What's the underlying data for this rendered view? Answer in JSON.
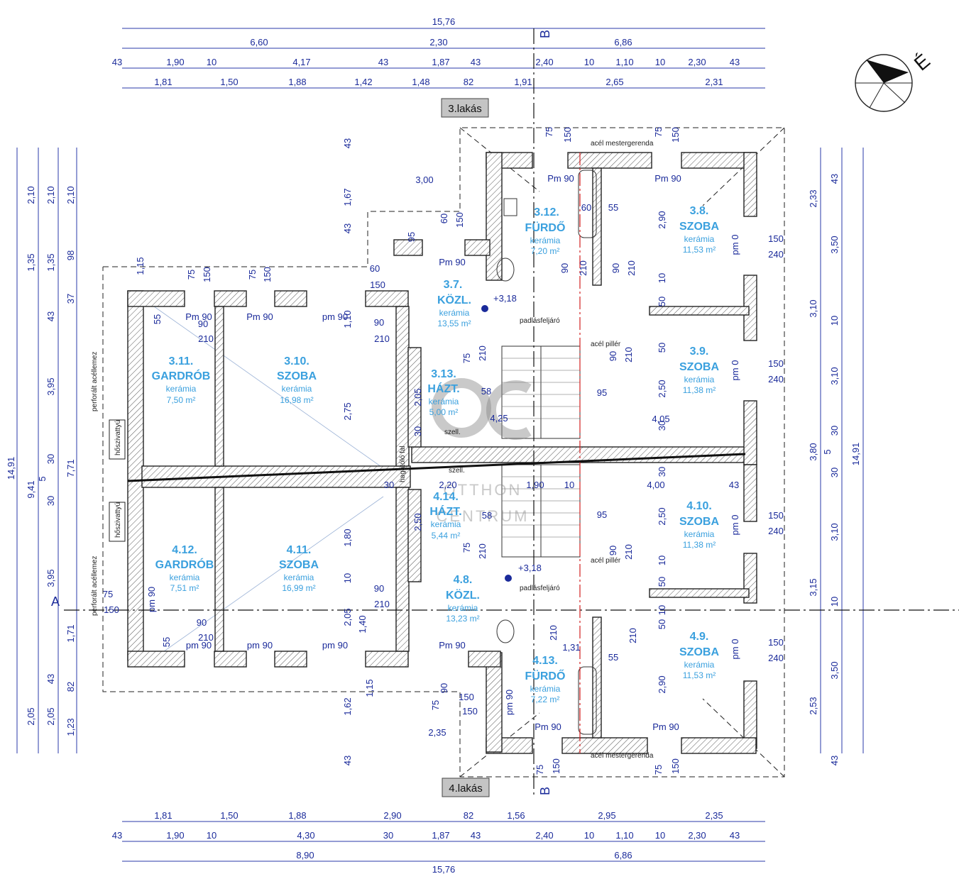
{
  "labels": {
    "apartment_top": "3.lakás",
    "apartment_bottom": "4.lakás",
    "section_a": "A",
    "section_b": "B",
    "north": "É",
    "beam_top": "acél mestergerenda",
    "beam_bottom": "acél mestergerenda",
    "pillar_top": "acél pillér",
    "pillar_bottom": "acél pillér",
    "attic_top": "padlásfeljáró",
    "attic_bottom": "padlásfeljáró",
    "party_wall": "hagatóló fal",
    "vent_top": "szell.",
    "vent_bottom": "szell.",
    "steel_sheet_top": "perforált acéllemez",
    "steel_sheet_bottom": "perforált acéllemez",
    "heat_pump_top": "hőszivattyú",
    "heat_pump_bottom": "hőszivattyú",
    "level_top": "+3,18",
    "level_bottom": "+3,18",
    "watermark_logo": "OC",
    "watermark_line1": "OTTHON",
    "watermark_line2": "CENTRUM"
  },
  "rooms": [
    {
      "id": "3.12.",
      "name": "FÜRDŐ",
      "floor": "kerámia",
      "area": "7,20 m²"
    },
    {
      "id": "3.8.",
      "name": "SZOBA",
      "floor": "kerámia",
      "area": "11,53 m²"
    },
    {
      "id": "3.7.",
      "name": "KÖZL.",
      "floor": "kerámia",
      "area": "13,55 m²"
    },
    {
      "id": "3.11.",
      "name": "GARDRÓB",
      "floor": "kerámia",
      "area": "7,50 m²"
    },
    {
      "id": "3.10.",
      "name": "SZOBA",
      "floor": "kerámia",
      "area": "16,98 m²"
    },
    {
      "id": "3.13.",
      "name": "HÁZT.",
      "floor": "kerámia",
      "area": "5,00 m²"
    },
    {
      "id": "3.9.",
      "name": "SZOBA",
      "floor": "kerámia",
      "area": "11,38 m²"
    },
    {
      "id": "4.14.",
      "name": "HÁZT.",
      "floor": "kerámia",
      "area": "5,44 m²"
    },
    {
      "id": "4.10.",
      "name": "SZOBA",
      "floor": "kerámia",
      "area": "11,38 m²"
    },
    {
      "id": "4.12.",
      "name": "GARDRÓB",
      "floor": "kerámia",
      "area": "7,51 m²"
    },
    {
      "id": "4.11.",
      "name": "SZOBA",
      "floor": "kerámia",
      "area": "16,99 m²"
    },
    {
      "id": "4.8.",
      "name": "KÖZL.",
      "floor": "kerámia",
      "area": "13,23 m²"
    },
    {
      "id": "4.9.",
      "name": "SZOBA",
      "floor": "kerámia",
      "area": "11,53 m²"
    },
    {
      "id": "4.13.",
      "name": "FÜRDŐ",
      "floor": "kerámia",
      "area": "7,22 m²"
    }
  ],
  "top_dims": {
    "total": "15,76",
    "row1": [
      "6,60",
      "2,30",
      "6,86"
    ],
    "row2": [
      "43",
      "1,90",
      "10",
      "4,17",
      "43",
      "1,87",
      "43",
      "2,40",
      "10",
      "1,10",
      "10",
      "2,30",
      "43"
    ],
    "row3": [
      "1,81",
      "1,50",
      "1,88",
      "1,42",
      "1,48",
      "82",
      "1,91",
      "2,65",
      "2,31"
    ]
  },
  "bottom_dims": {
    "row1": [
      "1,81",
      "1,50",
      "1,88",
      "2,90",
      "82",
      "1,56",
      "2,95",
      "2,35"
    ],
    "row2": [
      "43",
      "1,90",
      "10",
      "4,30",
      "30",
      "1,87",
      "43",
      "2,40",
      "10",
      "1,10",
      "10",
      "2,30",
      "43"
    ],
    "row3": [
      "8,90",
      "6,86"
    ],
    "total": "15,76"
  },
  "left_dims": {
    "col1": [
      "2,10",
      "1,35",
      "43",
      "3,95",
      "9,41",
      "5",
      "30",
      "3,95",
      "1,71",
      "43",
      "2,05",
      "14,91"
    ],
    "col2": [
      "2,10",
      "1,35",
      "43",
      "3,95",
      "30",
      "5",
      "7,71",
      "1,71",
      "2,05",
      "82"
    ],
    "col3": [
      "2,10",
      "98",
      "37",
      "7,71",
      "1,23",
      "82"
    ]
  },
  "right_dims": {
    "col1": [
      "2,33",
      "3,50",
      "3,10",
      "10",
      "3,10",
      "30",
      "5",
      "3,80",
      "30",
      "3,10",
      "3,15",
      "10",
      "3,50",
      "2,53"
    ],
    "col2": [
      "43",
      "3,50",
      "3,10",
      "10",
      "3,10",
      "30",
      "5",
      "30",
      "3,10",
      "10",
      "3,50",
      "43"
    ],
    "col3": [
      "14,91"
    ]
  },
  "inner_dims": [
    "3,00",
    "1,67",
    "43",
    "43",
    "95",
    "60",
    "150",
    "Pm 90",
    "Pm 90",
    "Pm 90",
    "Pm 90",
    "60",
    "55",
    "2,90",
    "pm 0",
    "150",
    "240",
    "75",
    "150",
    "75",
    "150",
    "1,15",
    "150",
    "150",
    "90",
    "210",
    "90",
    "210",
    "60",
    "150",
    "90",
    "210",
    "pm 90",
    "55",
    "1,10",
    "2,75",
    "2,05",
    "30",
    "4,25",
    "58",
    "75",
    "210",
    "90",
    "210",
    "95",
    "2,50",
    "4,05",
    "30",
    "2,20",
    "1,90",
    "10",
    "4,00",
    "43",
    "2,50",
    "1,80",
    "95",
    "2,50",
    "pm 0",
    "58",
    "75",
    "210",
    "90",
    "210",
    "2,05",
    "1,40",
    "pm 90",
    "55",
    "pm 90",
    "pm 90",
    "Pm 90",
    "1,15",
    "1,62",
    "90",
    "150",
    "150",
    "2,35",
    "pm 90",
    "Pm 90",
    "Pm 90",
    "1,31",
    "55",
    "2,90",
    "pm 0",
    "150",
    "240",
    "210",
    "210",
    "75",
    "150",
    "75",
    "150",
    "43",
    "10",
    "50",
    "10",
    "50",
    "30",
    "10",
    "50",
    "10",
    "50"
  ]
}
